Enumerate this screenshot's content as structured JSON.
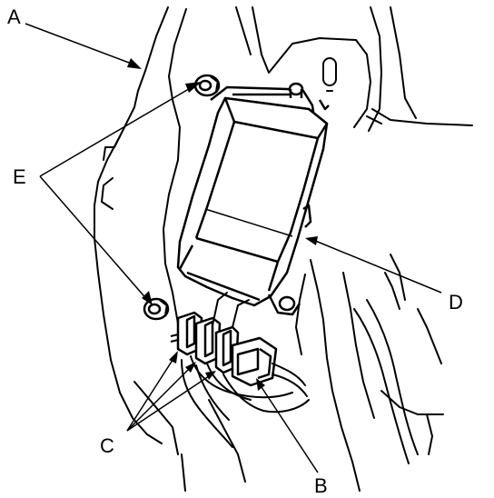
{
  "colors": {
    "ink": "#000000",
    "paper": "#ffffff"
  },
  "callouts": {
    "a": "A",
    "b": "B",
    "c": "C",
    "d": "D",
    "e": "E"
  }
}
